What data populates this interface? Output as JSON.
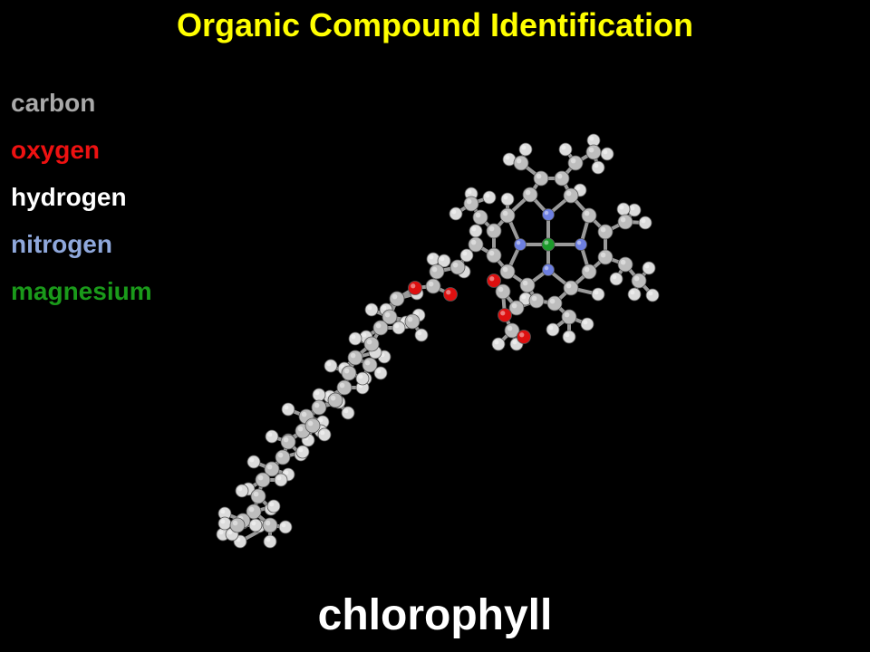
{
  "slide": {
    "title": "Organic Compound Identification",
    "caption": "chlorophyll"
  },
  "legend": {
    "items": [
      {
        "label": "carbon",
        "color": "#a9a9a9"
      },
      {
        "label": "oxygen",
        "color": "#ee1111"
      },
      {
        "label": "hydrogen",
        "color": "#ffffff"
      },
      {
        "label": "nitrogen",
        "color": "#8fa8dc"
      },
      {
        "label": "magnesium",
        "color": "#1a9a1a"
      }
    ]
  },
  "colors": {
    "background": "#000000",
    "title": "#ffff00",
    "caption": "#ffffff",
    "carbon": "#bdbdbd",
    "hydrogen": "#dcdcdc",
    "oxygen": "#dd1010",
    "nitrogen": "#6d7fe0",
    "magnesium": "#1b9a2a",
    "bond": "#9a9a9a"
  }
}
